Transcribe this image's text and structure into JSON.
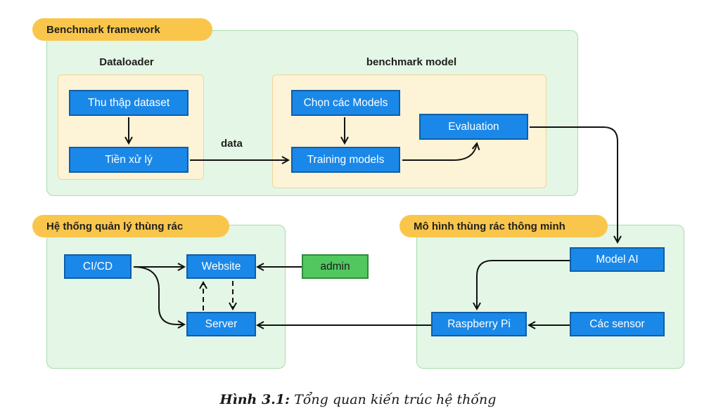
{
  "groups": {
    "benchmark": {
      "title": "Benchmark framework"
    },
    "management": {
      "title": "Hệ thống quản lý thùng rác"
    },
    "smart_bin": {
      "title": "Mô hình thùng rác thông minh"
    }
  },
  "subgroups": {
    "dataloader": {
      "title": "Dataloader"
    },
    "benchmark_model": {
      "title": "benchmark model"
    }
  },
  "nodes": {
    "collect_dataset": "Thu thập dataset",
    "preprocess": "Tiền xử lý",
    "choose_models": "Chọn các Models",
    "training_models": "Training models",
    "evaluation": "Evaluation",
    "cicd": "CI/CD",
    "website": "Website",
    "admin": "admin",
    "server": "Server",
    "model_ai": "Model AI",
    "raspberry_pi": "Raspberry Pi",
    "sensors": "Các sensor"
  },
  "edge_labels": {
    "data": "data"
  },
  "caption": {
    "label": "Hình 3.1:",
    "text": "Tổng quan kiến trúc hệ thống"
  },
  "colors": {
    "node_fill": "#1a88e8",
    "node_border": "#0e5ea8",
    "admin_fill": "#52c760",
    "group_fill": "#e4f6e6",
    "subgroup_fill": "#fdf3d6",
    "title_pill": "#f9c64b",
    "arrow": "#111111"
  }
}
